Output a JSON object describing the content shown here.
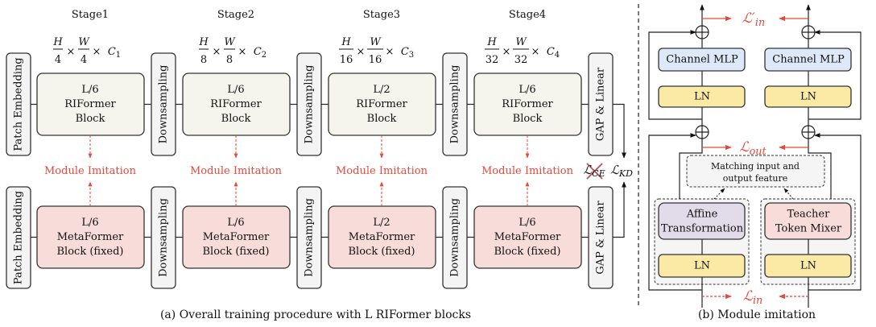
{
  "colors": {
    "rif_block": "#f5f5ee",
    "meta_block": "#f8dcda",
    "side_box": "#f4f4f4",
    "mlp": "#dde8f8",
    "ln": "#fbe9a6",
    "affine": "#e2dbea",
    "teacher": "#f8dcda",
    "loss": "#e8473a"
  },
  "left": {
    "stages": [
      {
        "title": "Stage1",
        "dim": {
          "h": "H",
          "hd": "4",
          "w": "W",
          "wd": "4",
          "c": "C",
          "ci": "1"
        },
        "rif": [
          "L/6",
          "RIFormer",
          "Block"
        ],
        "meta": [
          "L/6",
          "MetaFormer",
          "Block (fixed)"
        ],
        "pre": "Patch Embedding"
      },
      {
        "title": "Stage2",
        "dim": {
          "h": "H",
          "hd": "8",
          "w": "W",
          "wd": "8",
          "c": "C",
          "ci": "2"
        },
        "rif": [
          "L/6",
          "RIFormer",
          "Block"
        ],
        "meta": [
          "L/6",
          "MetaFormer",
          "Block (fixed)"
        ],
        "pre": "Downsampling"
      },
      {
        "title": "Stage3",
        "dim": {
          "h": "H",
          "hd": "16",
          "w": "W",
          "wd": "16",
          "c": "C",
          "ci": "3"
        },
        "rif": [
          "L/2",
          "RIFormer",
          "Block"
        ],
        "meta": [
          "L/2",
          "MetaFormer",
          "Block (fixed)"
        ],
        "pre": "Downsampling"
      },
      {
        "title": "Stage4",
        "dim": {
          "h": "H",
          "hd": "32",
          "w": "W",
          "wd": "32",
          "c": "C",
          "ci": "4"
        },
        "rif": [
          "L/6",
          "RIFormer",
          "Block"
        ],
        "meta": [
          "L/6",
          "MetaFormer",
          "Block (fixed)"
        ],
        "pre": "Downsampling"
      }
    ],
    "imitation_label": "Module Imitation",
    "head_label": "GAP & Linear",
    "loss_ce": "ℒ",
    "loss_ce_sub": "CE",
    "loss_kd": "ℒ",
    "loss_kd_sub": "KD",
    "caption": "(a) Overall training procedure with L RIFormer blocks"
  },
  "right": {
    "channel_mlp": "Channel MLP",
    "ln": "LN",
    "affine": [
      "Affine",
      "Transformation"
    ],
    "teacher": [
      "Teacher",
      "Token Mixer"
    ],
    "matching": [
      "Matching input and",
      "output feature"
    ],
    "loss_in_prime": "ℒ′",
    "loss_in_prime_sub": "in",
    "loss_out": "ℒ",
    "loss_out_sub": "out",
    "loss_in": "ℒ",
    "loss_in_sub": "in",
    "caption": "(b) Module imitation"
  }
}
